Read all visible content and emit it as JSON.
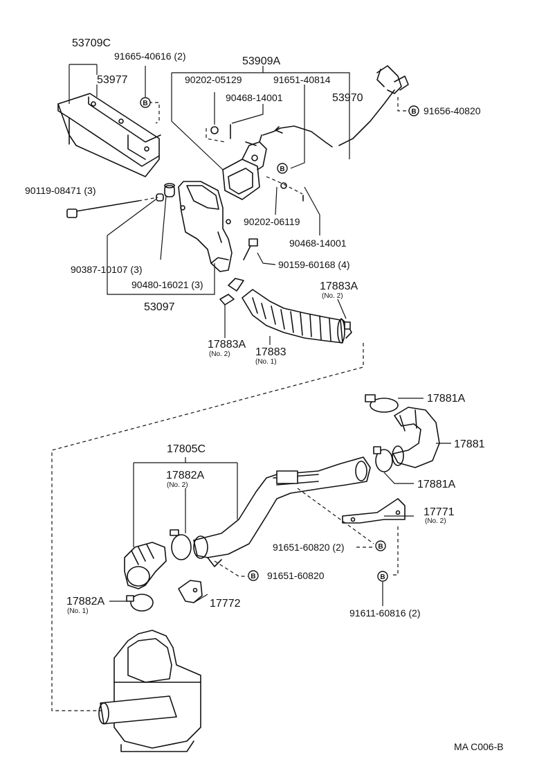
{
  "diagram_id": "MA C006-B",
  "labels": {
    "l53709C": "53709C",
    "l91665": "91665-40616 (2)",
    "l53977": "53977",
    "l53909A": "53909A",
    "l90202a": "90202-05129",
    "l91651_40814": "91651-40814",
    "l90468a": "90468-14001",
    "l53970": "53970",
    "l91656": "91656-40820",
    "l90119": "90119-08471 (3)",
    "l90202b": "90202-06119",
    "l90468b": "90468-14001",
    "l90159": "90159-60168 (4)",
    "l90387": "90387-10107 (3)",
    "l90480": "90480-16021 (3)",
    "l53097": "53097",
    "l17883A_top": "17883A",
    "l17883A_top_sub": "(No. 2)",
    "l17883A_left": "17883A",
    "l17883A_left_sub": "(No. 2)",
    "l17883": "17883",
    "l17883_sub": "(No. 1)",
    "l17881A_top": "17881A",
    "l17881": "17881",
    "l17881A_bot": "17881A",
    "l17805C": "17805C",
    "l17882A_top": "17882A",
    "l17882A_top_sub": "(No. 2)",
    "l17771": "17771",
    "l17771_sub": "(No. 2)",
    "l91651_60820_2": "91651-60820 (2)",
    "l91651_60820": "91651-60820",
    "l17882A_bot": "17882A",
    "l17882A_bot_sub": "(No. 1)",
    "l17772": "17772",
    "l91611": "91611-60816 (2)",
    "b_marker": "B"
  }
}
